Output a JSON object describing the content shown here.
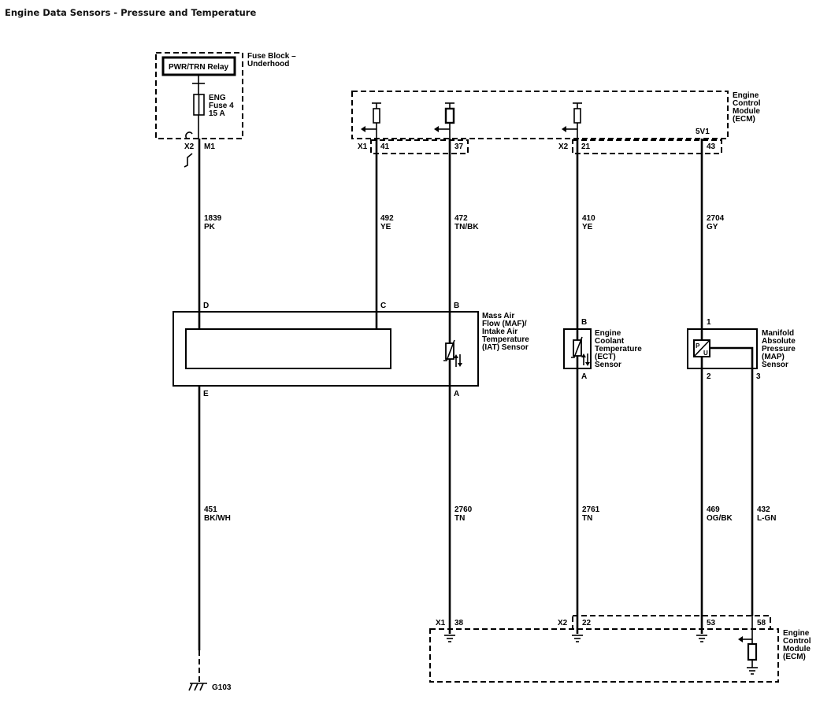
{
  "title": "Engine Data Sensors - Pressure and Temperature",
  "fuse_block": {
    "label_1": "Fuse Block –",
    "label_2": "Underhood",
    "relay": "PWR/TRN Relay",
    "fuse_1": "ENG",
    "fuse_2": "Fuse 4",
    "fuse_3": "15 A",
    "conn": "X2",
    "pin": "M1"
  },
  "ecm_top": {
    "label": [
      "Engine",
      "Control",
      "Module",
      "(ECM)"
    ],
    "conn_x1": "X1",
    "conn_x2": "X2",
    "ref": "5V1",
    "pins": [
      "41",
      "37",
      "21",
      "43"
    ]
  },
  "ecm_bottom": {
    "label": [
      "Engine",
      "Control",
      "Module",
      "(ECM)"
    ],
    "conn_x1": "X1",
    "conn_x2": "X2",
    "pins": [
      "38",
      "22",
      "53",
      "58"
    ]
  },
  "wires": [
    {
      "num": "1839",
      "color": "PK"
    },
    {
      "num": "492",
      "color": "YE"
    },
    {
      "num": "472",
      "color": "TN/BK"
    },
    {
      "num": "410",
      "color": "YE"
    },
    {
      "num": "2704",
      "color": "GY"
    },
    {
      "num": "451",
      "color": "BK/WH"
    },
    {
      "num": "2760",
      "color": "TN"
    },
    {
      "num": "2761",
      "color": "TN"
    },
    {
      "num": "469",
      "color": "OG/BK"
    },
    {
      "num": "432",
      "color": "L-GN"
    }
  ],
  "maf": {
    "label": [
      "Mass Air",
      "Flow (MAF)/",
      "Intake Air",
      "Temperature",
      "(IAT) Sensor"
    ],
    "pins": {
      "d": "D",
      "c": "C",
      "b": "B",
      "e": "E",
      "a": "A"
    }
  },
  "ect": {
    "label": [
      "Engine",
      "Coolant",
      "Temperature",
      "(ECT)",
      "Sensor"
    ],
    "pins": {
      "b": "B",
      "a": "A"
    }
  },
  "map": {
    "label": [
      "Manifold",
      "Absolute",
      "Pressure",
      "(MAP)",
      "Sensor"
    ],
    "pins": {
      "p1": "1",
      "p2": "2",
      "p3": "3"
    },
    "symbol_p": "P",
    "symbol_u": "U"
  },
  "ground": "G103"
}
